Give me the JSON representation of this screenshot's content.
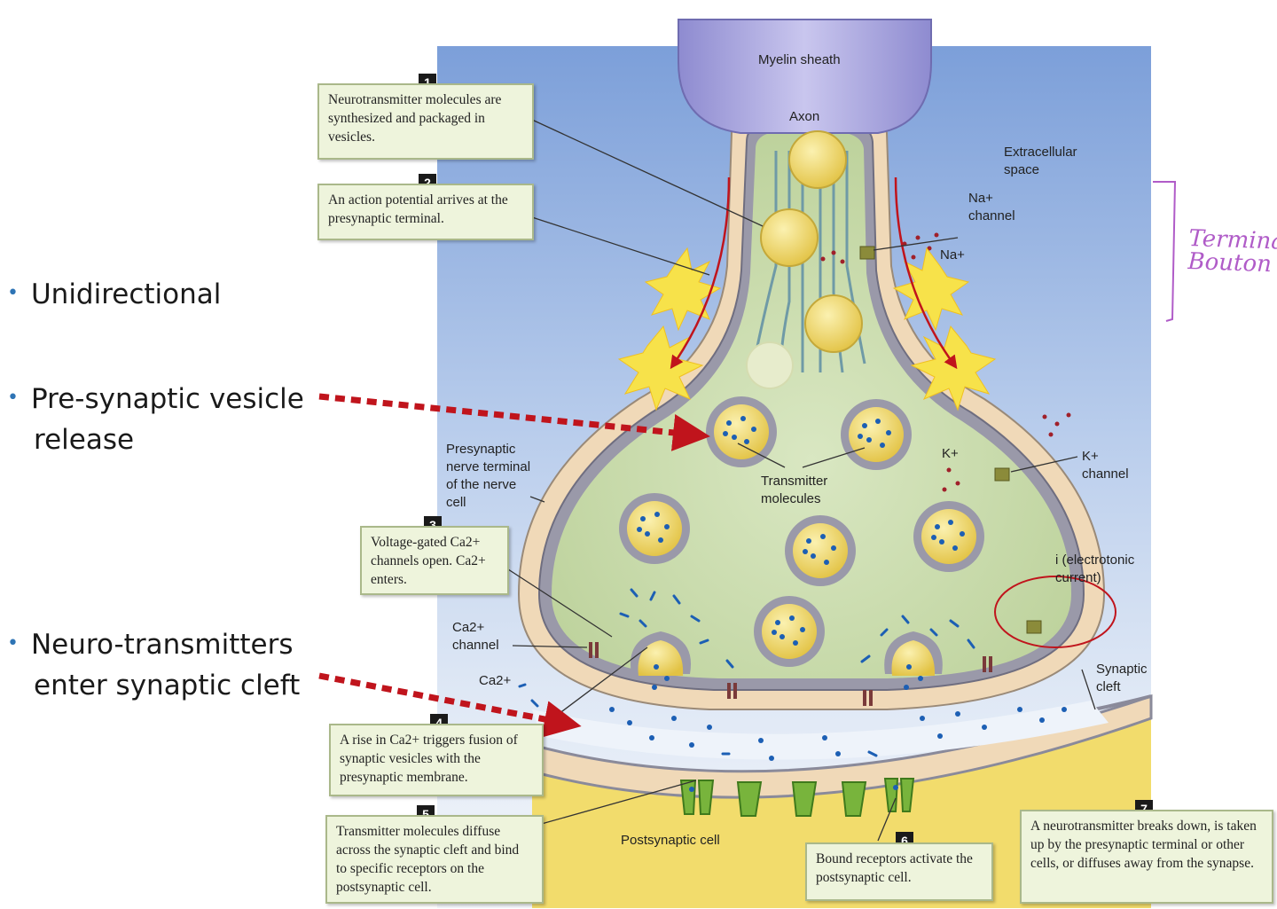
{
  "bullets": [
    {
      "line1": "Unidirectional",
      "line2": ""
    },
    {
      "line1": "Pre-synaptic vesicle",
      "line2": "release"
    },
    {
      "line1": "Neuro-transmitters",
      "line2": "enter synaptic cleft"
    }
  ],
  "labels": {
    "myelin": "Myelin sheath",
    "axon": "Axon",
    "extracellular": "Extracellular\nspace",
    "na_channel": "Na+\nchannel",
    "na_ion": "Na+",
    "presynaptic": "Presynaptic\nnerve terminal\nof the nerve\ncell",
    "transmitter": "Transmitter\nmolecules",
    "k_ion": "K+",
    "k_channel": "K+\nchannel",
    "electrotonic": "i (electrotonic\ncurrent)",
    "ca_channel": "Ca2+\nchannel",
    "ca_ion": "Ca2+",
    "synaptic_cleft": "Synaptic\ncleft",
    "postsynaptic": "Postsynaptic cell",
    "handwritten": "Terminal\nBouton"
  },
  "steps": [
    {
      "num": "1",
      "text": "Neurotransmitter molecules are synthesized and packaged in vesicles."
    },
    {
      "num": "2",
      "text": "An action potential arrives at the presynaptic terminal."
    },
    {
      "num": "3",
      "text": "Voltage-gated Ca2+ channels open. Ca2+ enters."
    },
    {
      "num": "4",
      "text": "A rise in Ca2+ triggers fusion of synaptic vesicles with the presynaptic membrane."
    },
    {
      "num": "5",
      "text": "Transmitter molecules diffuse across the synaptic cleft and bind to specific receptors on the postsynaptic cell."
    },
    {
      "num": "6",
      "text": "Bound receptors activate the postsynaptic cell."
    },
    {
      "num": "7",
      "text": "A neurotransmitter breaks down, is taken up by the presynaptic terminal or other cells, or diffuses away from the synapse."
    }
  ],
  "colors": {
    "background_blue": "#7fa6dc",
    "cytoplasm": "#cfe0b4",
    "membrane": "#8a8a9a",
    "outer_tan": "#f0d9b8",
    "vesicle": "#f1dd7a",
    "myelin": "#a9a6dc",
    "arrow_red": "#c0141c",
    "postsynaptic_yellow": "#f2dc6c",
    "receptor_green": "#78b43c",
    "ion_blue": "#1c5fb4",
    "bullet_blue": "#2e74b5",
    "handwritten_purple": "#b05cc8"
  }
}
